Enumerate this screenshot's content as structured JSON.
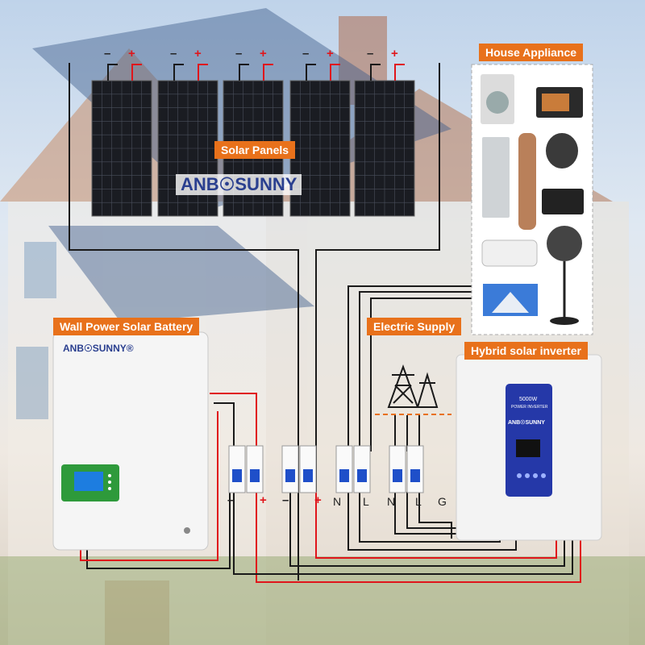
{
  "labels": {
    "solar_panels": "Solar Panels",
    "house_appliance": "House Appliance",
    "wall_battery": "Wall Power Solar Battery",
    "electric_supply": "Electric Supply",
    "inverter": "Hybrid solar inverter"
  },
  "brand": {
    "panel_logo": "ANB☉SUNNY",
    "battery_logo": "ANB☉SUNNY®",
    "inverter_logo": "ANB☉SUNNY"
  },
  "inverter_screen": {
    "rating": "5000W",
    "subtitle": "POWER INVERTER"
  },
  "panel_polarity": {
    "minus": "–",
    "plus": "+"
  },
  "breaker_terminals": {
    "minus": "–",
    "plus": "+",
    "minus2": "–",
    "plus2": "+",
    "n1": "N",
    "l1": "L",
    "n2": "N",
    "l2": "L",
    "g": "G"
  },
  "colors": {
    "label_bg": "#e8711b",
    "wire_black": "#1a1a1a",
    "wire_red": "#e0151b",
    "brand_blue": "#2a3f8f",
    "battery_screen": "#2e9a3b"
  }
}
